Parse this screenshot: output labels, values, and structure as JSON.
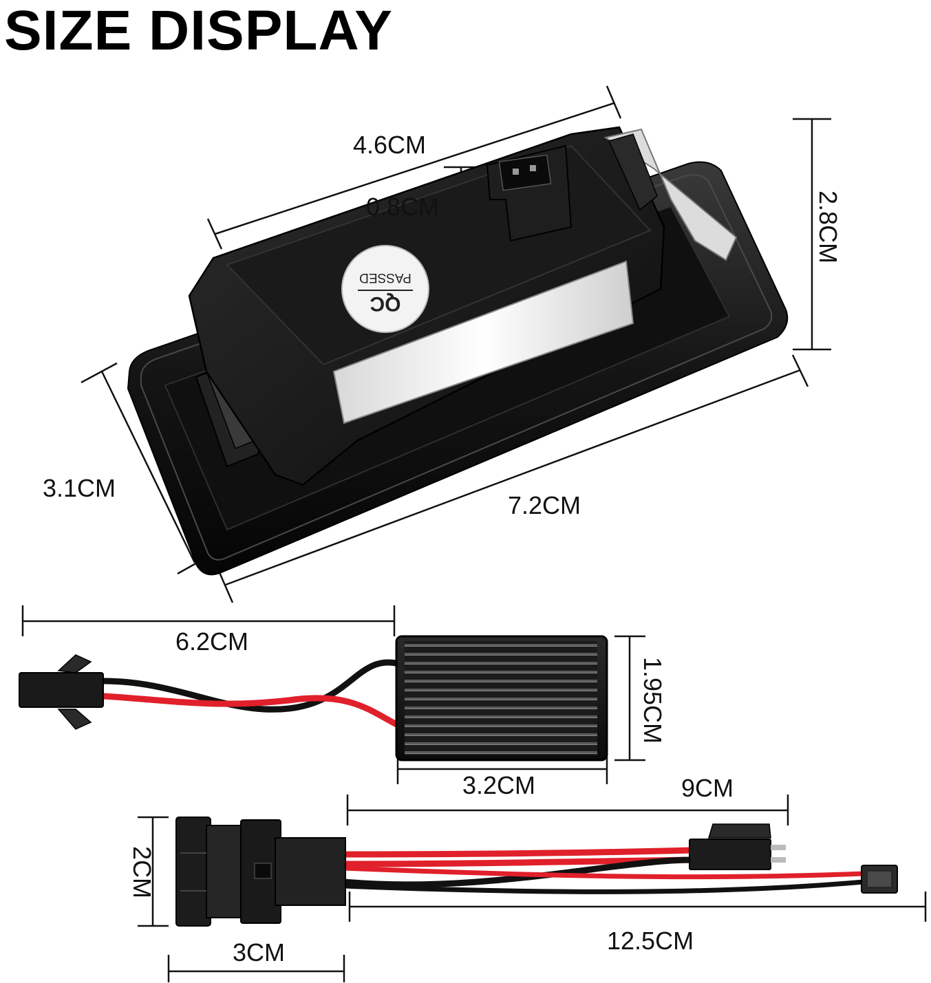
{
  "title": "SIZE DISPLAY",
  "lamp": {
    "qc_label": "QC",
    "qc_sub": "PASSED",
    "dims": {
      "top_width": "4.6CM",
      "connector_height": "0.8CM",
      "height": "2.8CM",
      "depth": "3.1CM",
      "length": "7.2CM"
    }
  },
  "decoder": {
    "dims": {
      "cable_length": "6.2CM",
      "box_height": "1.95CM",
      "box_width": "3.2CM"
    }
  },
  "adapter": {
    "dims": {
      "branch_length": "9CM",
      "plug_height": "2CM",
      "plug_width": "3CM",
      "total_length": "12.5CM"
    }
  },
  "colors": {
    "wire_red": "#e0202a",
    "wire_black": "#111111",
    "plastic_dark": "#1c1c1c",
    "lens_white": "#f2f2f2"
  }
}
